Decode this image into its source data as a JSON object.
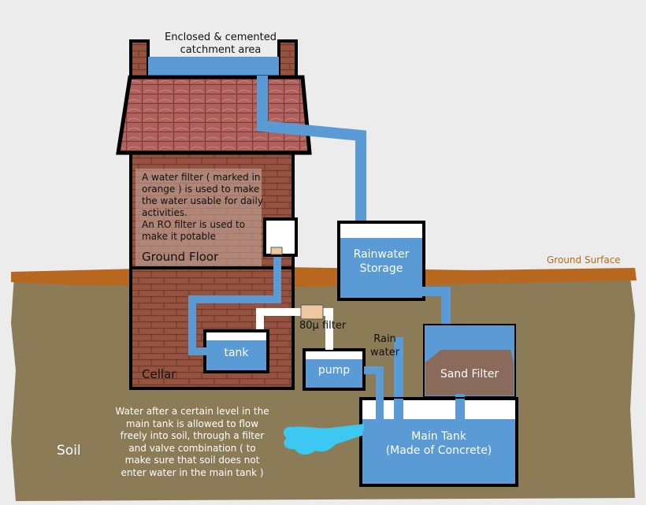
{
  "labels": {
    "catchment": [
      "Enclosed & cemented",
      "catchment area"
    ],
    "filter_note": [
      "A water filter ( marked in",
      "orange ) is used to make",
      "the water usable for daily",
      "activities.",
      "An RO filter is used to",
      "make it potable"
    ],
    "ground_floor": "Ground Floor",
    "cellar": "Cellar",
    "tank": "tank",
    "filter_80": "80μ filter",
    "pump": "pump",
    "rain_water": [
      "Rain",
      "water"
    ],
    "rainwater_storage": [
      "Rainwater",
      "Storage"
    ],
    "ground_surface": "Ground Surface",
    "sand_filter": "Sand Filter",
    "main_tank": [
      "Main Tank",
      "(Made of Concrete)"
    ],
    "soil": "Soil",
    "overflow_note": [
      "Water after a certain level in the",
      "main tank is allowed to flow",
      "freely into soil, through a filter",
      "and valve combination ( to",
      "make sure that soil does not",
      "enter water in the main tank )"
    ]
  },
  "colors": {
    "water": "#5b9bd5",
    "soil": "#8b7b57",
    "ground_surface": "#b8681e",
    "roof": "#b0605d",
    "brick": "#94523f",
    "sand": "#8a6a5a",
    "filter_orange": "#f0c8a0",
    "overflow_spray": "#3cc8f0"
  }
}
